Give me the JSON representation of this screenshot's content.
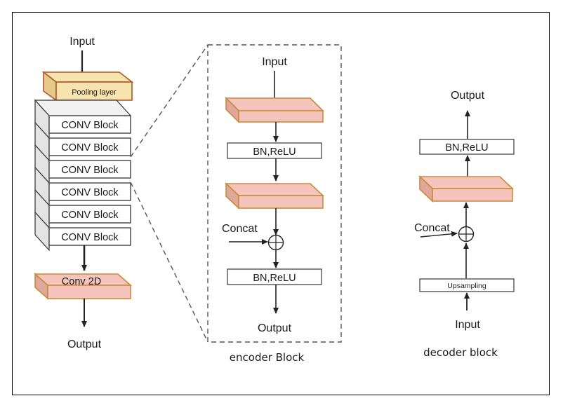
{
  "colors": {
    "layer_fill": "#f4c4bd",
    "layer_side": "#e0a89c",
    "layer_stroke": "#c98a3b",
    "pool_fill": "#f7e3ad",
    "pool_side": "#e6c98a",
    "pool_stroke": "#b0562a",
    "conv_side": "#cfcfcf",
    "line": "#222222",
    "dash": "#555555"
  },
  "left": {
    "input_label": "Input",
    "pooling_label": "Pooling layer",
    "conv_blocks": [
      "CONV Block",
      "CONV Block",
      "CONV Block",
      "CONV Block",
      "CONV Block",
      "CONV Block"
    ],
    "conv2d_label": "Conv 2D",
    "output_label": "Output"
  },
  "encoder": {
    "input_label": "Input",
    "bn_top_label": "BN,ReLU",
    "concat_label": "Concat",
    "bn_bottom_label": "BN,ReLU",
    "output_label": "Output",
    "caption": "encoder Block"
  },
  "decoder": {
    "output_label": "Output",
    "bn_label": "BN,ReLU",
    "concat_label": "Concat",
    "upsampling_label": "Upsampling",
    "input_label": "Input",
    "caption": "decoder block"
  }
}
